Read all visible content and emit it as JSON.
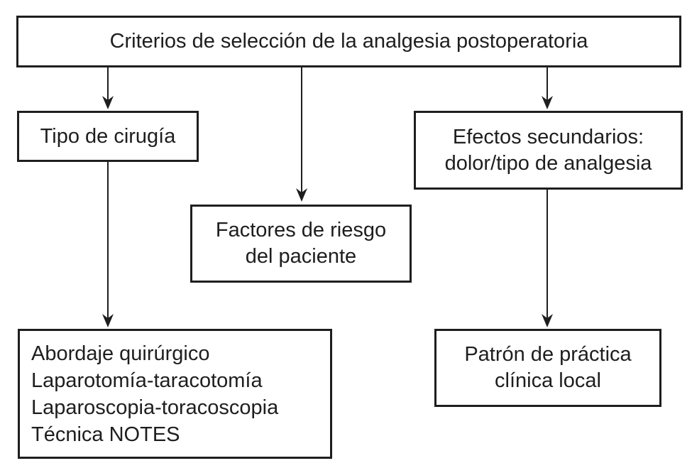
{
  "diagram": {
    "colors": {
      "ink": "#1e1e1e",
      "background": "#ffffff"
    },
    "nodes": {
      "criterios": {
        "label": "Criterios de selección de la analgesia postoperatoria"
      },
      "tipo_cirugia": {
        "label": "Tipo de cirugía"
      },
      "efectos_secundarios": {
        "label": "Efectos secundarios:\ndolor/tipo de analgesia"
      },
      "factores_riesgo": {
        "label": "Factores de riesgo\ndel paciente"
      },
      "abordaje_quirurgico": {
        "lines": [
          "Abordaje quirúrgico",
          "Laparotomía-taracotomía",
          "Laparoscopia-toracoscopia",
          "Técnica NOTES"
        ]
      },
      "patron_practica": {
        "label": "Patrón de práctica\nclínica local"
      }
    },
    "edges": [
      {
        "from": "criterios",
        "to": "tipo_cirugia"
      },
      {
        "from": "criterios",
        "to": "factores_riesgo"
      },
      {
        "from": "criterios",
        "to": "efectos_secundarios"
      },
      {
        "from": "tipo_cirugia",
        "to": "abordaje_quirurgico"
      },
      {
        "from": "efectos_secundarios",
        "to": "patron_practica"
      }
    ]
  }
}
